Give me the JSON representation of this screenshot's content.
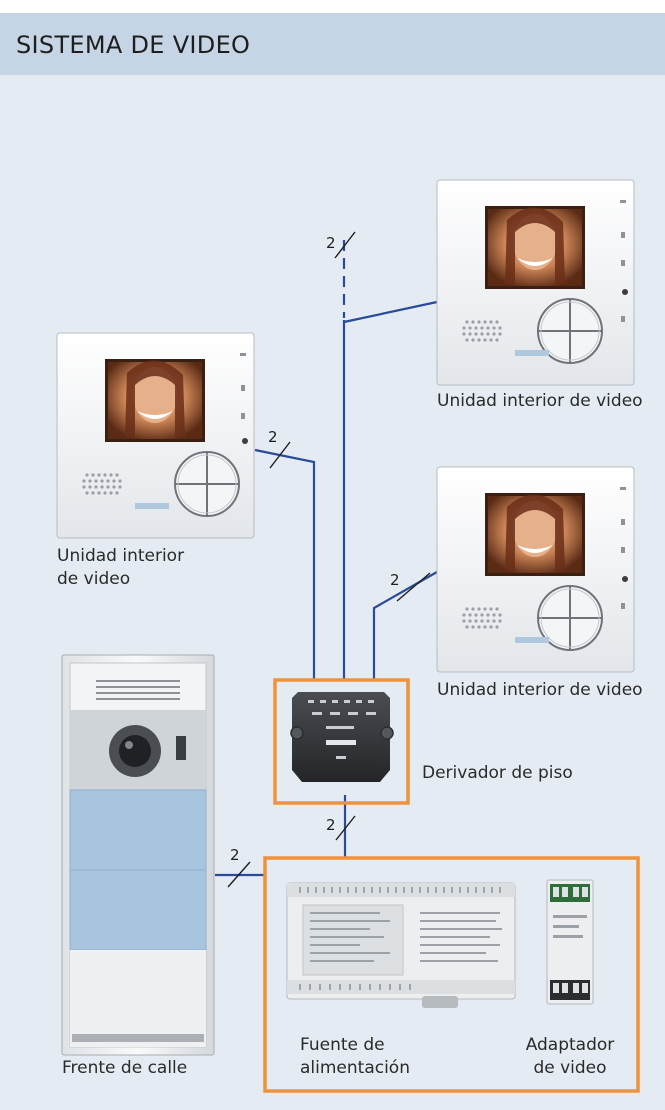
{
  "title": "SISTEMA DE VIDEO",
  "wire_count": "2",
  "labels": {
    "unit_top": "Unidad interior de video",
    "unit_left_line1": "Unidad interior",
    "unit_left_line2": "de video",
    "unit_mid": "Unidad interior de video",
    "floor_splitter": "Derivador de piso",
    "power_supply_line1": "Fuente de",
    "power_supply_line2": "alimentación",
    "video_adapter_line1": "Adaptador",
    "video_adapter_line2": "de video",
    "street_panel": "Frente de calle"
  },
  "colors": {
    "header_bg": "#c6d5e5",
    "diagram_bg": "#e4ebf2",
    "wire": "#2a4a9a",
    "highlight_box": "#f0923a"
  }
}
